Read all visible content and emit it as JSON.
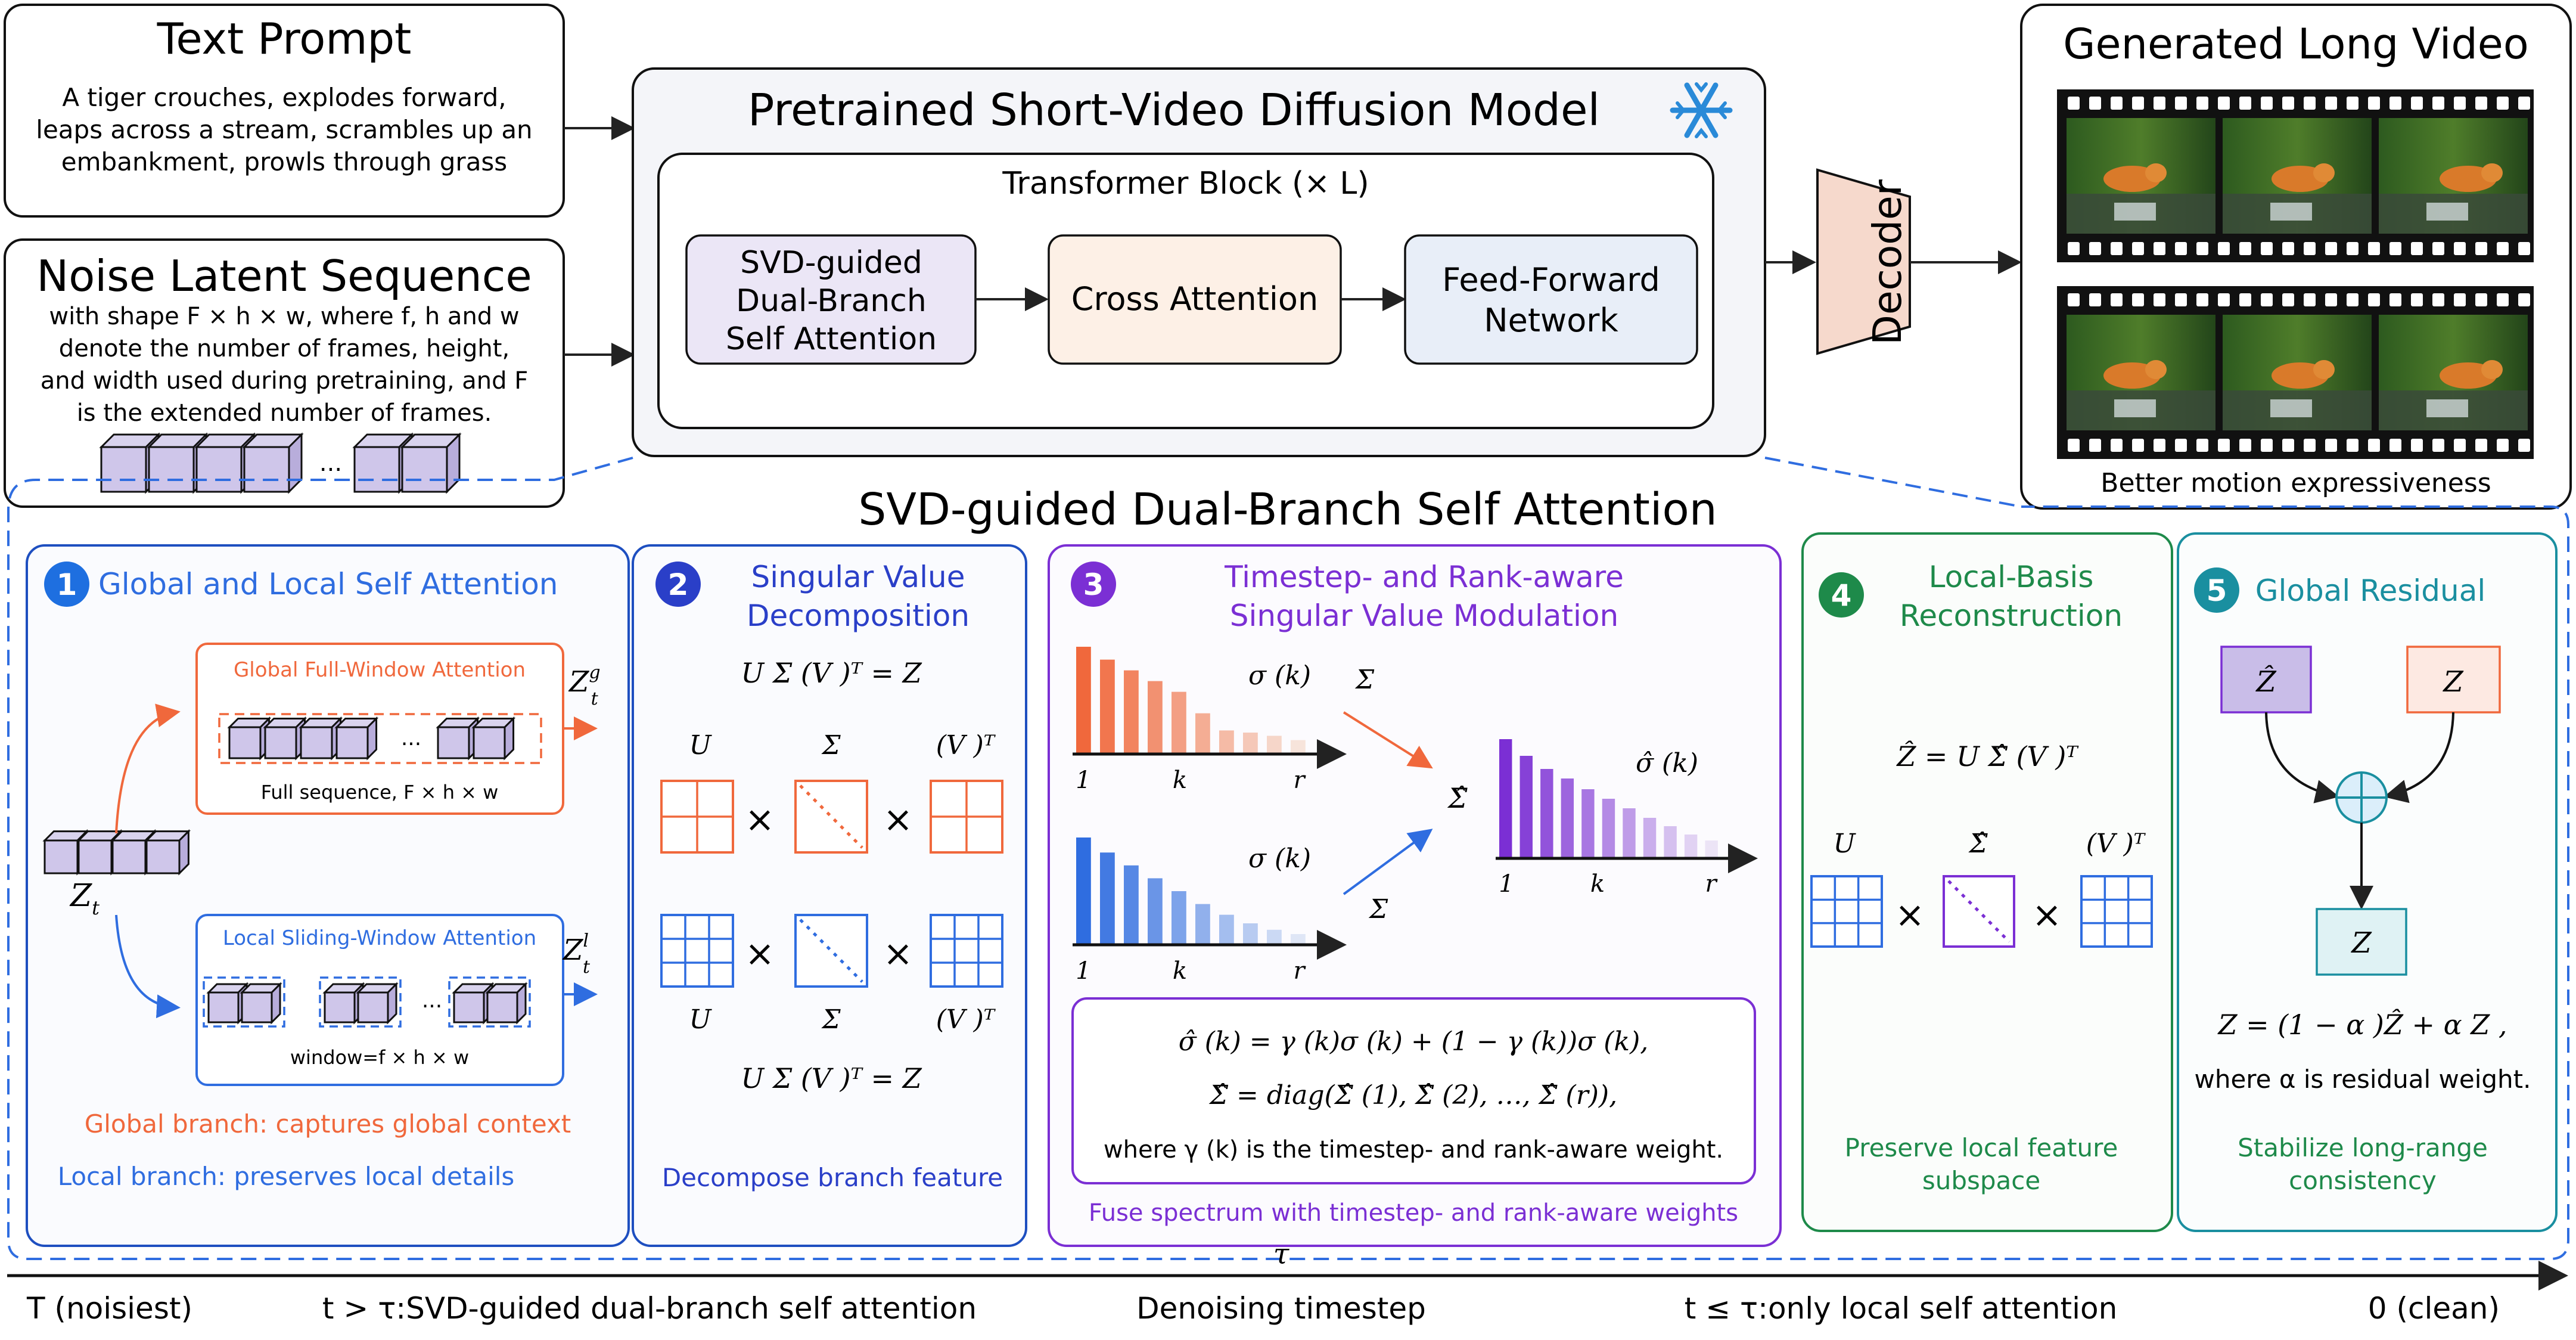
{
  "text_prompt": {
    "title": "Text Prompt",
    "body": [
      "A tiger crouches, explodes forward,",
      "leaps across a stream, scrambles up an",
      "embankment, prowls through grass"
    ]
  },
  "noise": {
    "title": "Noise Latent Sequence",
    "body": [
      "with shape F × h × w, where f, h and w",
      "denote the number of frames, height,",
      "and width used during pretraining, and F",
      "is the extended number of frames."
    ],
    "ellipsis": "..."
  },
  "model": {
    "title": "Pretrained Short-Video Diffusion Model",
    "frozen_icon": "snowflake-icon",
    "block_title": "Transformer Block (× L)",
    "svd_block": [
      "SVD-guided",
      "Dual-Branch",
      "Self Attention"
    ],
    "cross": "Cross Attention",
    "ffn": [
      "Feed-Forward",
      "Network"
    ]
  },
  "decoder": "Decoder",
  "output": {
    "title": "Generated Long Video",
    "caption": "Better motion expressiveness"
  },
  "section_title": "SVD-guided Dual-Branch Self Attention",
  "p1": {
    "num": "1",
    "title": "Global and Local Self Attention",
    "global_title": "Global Full-Window Attention",
    "global_ellipsis": "...",
    "global_note": "Full sequence, F × h × w",
    "global_out": "Z",
    "local_title": "Local Sliding-Window Attention",
    "local_ellipsis": "...",
    "local_note": "window=f × h × w",
    "local_out": "Z",
    "input_label": "Z",
    "global_caption": "Global branch: captures global context",
    "local_caption": "Local branch: preserves local details"
  },
  "p2": {
    "num": "2",
    "title": [
      "Singular Value",
      "Decomposition"
    ],
    "eq_g": "U Σ (V )ᵀ = Z",
    "eq_l": "U Σ (V )ᵀ = Z",
    "labels_g": [
      "U",
      "Σ",
      "(V )ᵀ"
    ],
    "labels_l": [
      "U",
      "Σ",
      "(V )ᵀ"
    ],
    "times": "×",
    "caption": "Decompose branch feature"
  },
  "p3": {
    "num": "3",
    "title": [
      "Timestep- and Rank-aware",
      "Singular Value Modulation"
    ],
    "sigma_g": "σ (k)",
    "sigma_l": "σ (k)",
    "sigma_hat": "σ̂ (k)",
    "Sigma_g": "Σ",
    "Sigma_l": "Σ",
    "Sigma_hat": "Σ̂",
    "ticks": [
      "1",
      "k",
      "r"
    ],
    "formula": [
      "σ̂ (k) = γ (k)σ (k) + (1 − γ (k))σ (k),",
      "Σ̂  = diag(Σ̂ (1), Σ̂ (2), …, Σ̂ (r)),",
      "where γ (k) is the timestep- and rank-aware weight."
    ],
    "caption": "Fuse spectrum with timestep- and rank-aware weights",
    "bars_g": [
      1.0,
      0.88,
      0.78,
      0.68,
      0.58,
      0.38,
      0.22,
      0.2,
      0.17,
      0.13
    ],
    "bars_l": [
      1.0,
      0.86,
      0.74,
      0.62,
      0.5,
      0.38,
      0.28,
      0.2,
      0.14,
      0.1
    ],
    "bars_hat": [
      1.0,
      0.86,
      0.75,
      0.67,
      0.58,
      0.5,
      0.42,
      0.34,
      0.27,
      0.2,
      0.15
    ]
  },
  "p4": {
    "num": "4",
    "title": [
      "Local-Basis",
      "Reconstruction"
    ],
    "eq": "Ẑ  = U Σ̂ (V )ᵀ",
    "labels": [
      "U",
      "Σ̂",
      "(V )ᵀ"
    ],
    "times": "×",
    "caption": [
      "Preserve local feature",
      "subspace"
    ]
  },
  "p5": {
    "num": "5",
    "title": "Global Residual",
    "in_hat": "Ẑ",
    "in_g": "Z",
    "out": "Z",
    "eq": "Z  = (1 − α )Ẑ  + α Z ,",
    "eq_note": "where α  is residual weight.",
    "caption": [
      "Stabilize long-range",
      "consistency"
    ]
  },
  "timeline": {
    "tau": "τ",
    "start": "T (noisiest)",
    "phase1": "t > τ:SVD-guided dual-branch self attention",
    "middle": "Denoising timestep",
    "phase2": "t ≤ τ:only local self attention",
    "end": "0 (clean)"
  },
  "colors": {
    "global": "#f0683c",
    "local": "#2f6de0",
    "svd_blue": "#2a3fc8",
    "modulation": "#7b2fd4",
    "reconstruct": "#1e8a4a",
    "residual": "#1a8fa0",
    "panel_border": "#1e4fc0"
  }
}
